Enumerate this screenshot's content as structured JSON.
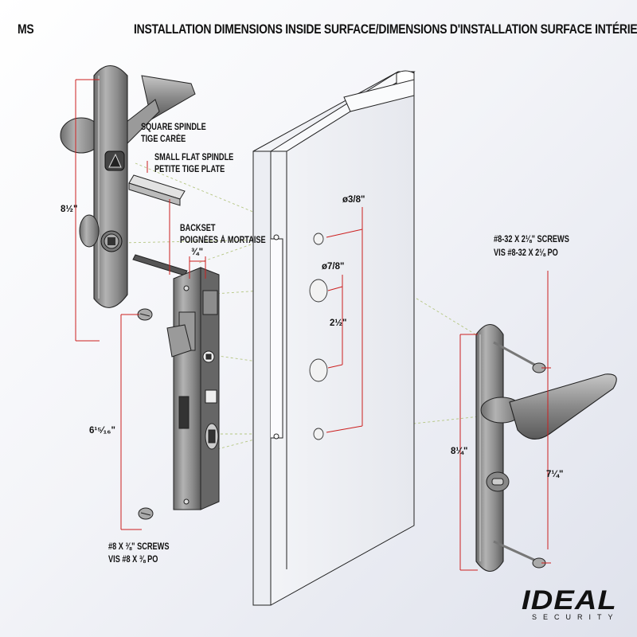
{
  "header": {
    "model": "MS",
    "title": "INSTALLATION DIMENSIONS INSIDE SURFACE/DIMENSIONS D'INSTALLATION SURFACE INTÉRIEURE"
  },
  "labels": {
    "square_spindle_en": "SQUARE SPINDLE",
    "square_spindle_fr": "TIGE CARÉE",
    "small_flat_spindle_en": "SMALL FLAT SPINDLE",
    "small_flat_spindle_fr": "PETITE TIGE PLATE",
    "backset_en": "BACKSET",
    "backset_fr": "POIGNÉES À MORTAISE",
    "screws_left_en": "#8 X ⅜\" SCREWS",
    "screws_left_fr": "VIS #8 X ⅜ PO",
    "screws_right_en": "#8-32 X 2⅛\" SCREWS",
    "screws_right_fr": "VIS #8-32 X 2⅛ PO"
  },
  "dimensions": {
    "left_plate_height": "8½\"",
    "backset": "¾\"",
    "hole_small": "ø3/8\"",
    "hole_large": "ø7/8\"",
    "hole_spacing": "2½\"",
    "screw_spacing": "6¹⁵⁄₁₆\"",
    "right_plate_height": "8¼\"",
    "right_screw_spacing": "7¼\""
  },
  "brand": {
    "name": "IDEAL",
    "tagline": "SECURITY"
  },
  "colors": {
    "dimension_line": "#cc1f1f",
    "metal": "#8a8a8a",
    "guide_line": "#b8c98a"
  }
}
